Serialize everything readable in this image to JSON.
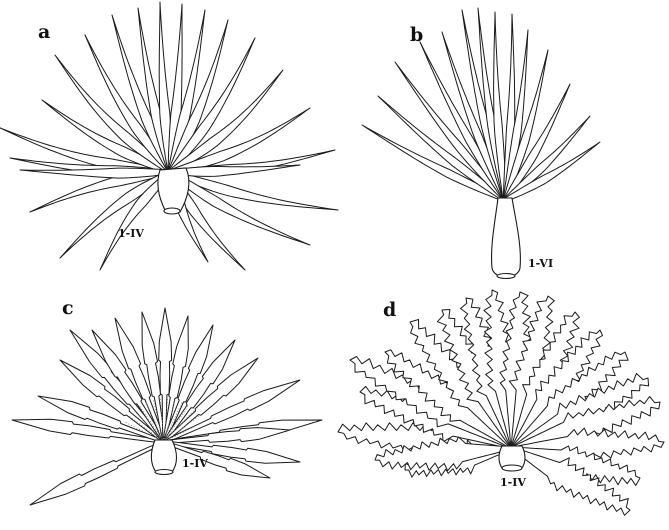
{
  "panels": [
    {
      "id": "a",
      "letter": "a",
      "scale": "1-IV"
    },
    {
      "id": "b",
      "letter": "b",
      "scale": "1-VI"
    },
    {
      "id": "c",
      "letter": "c",
      "scale": "1-IV"
    },
    {
      "id": "d",
      "letter": "d",
      "scale": "1-IV"
    }
  ]
}
